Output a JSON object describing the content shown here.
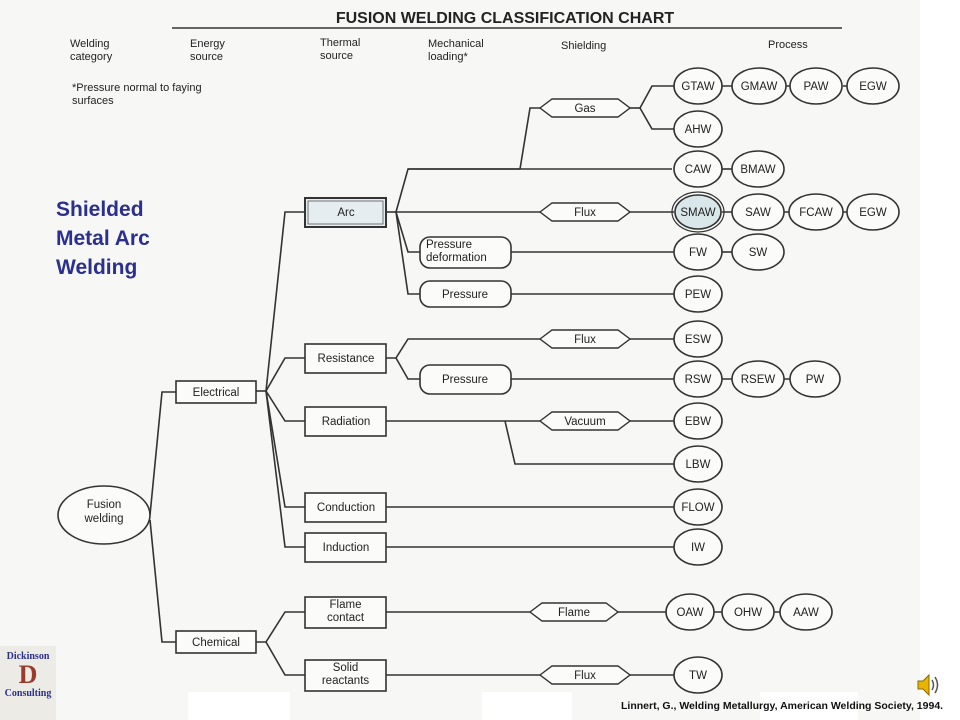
{
  "title": "FUSION WELDING CLASSIFICATION CHART",
  "headers": {
    "welding_category": "Welding category",
    "energy_source": "Energy source",
    "thermal_source": "Thermal source",
    "mechanical_loading": "Mechanical loading*",
    "shielding": "Shielding",
    "process": "Process"
  },
  "footnote": "*Pressure normal to faying surfaces",
  "callout": "Shielded\nMetal Arc\nWelding",
  "root": "Fusion welding",
  "energy_sources": {
    "electrical": "Electrical",
    "chemical": "Chemical"
  },
  "thermal_sources": {
    "arc": "Arc",
    "resistance": "Resistance",
    "radiation": "Radiation",
    "conduction": "Conduction",
    "induction": "Induction",
    "flame_contact": "Flame contact",
    "solid_reactants": "Solid reactants"
  },
  "mechanical_loading": {
    "pressure_deformation": "Pressure deformation",
    "arc_pressure": "Pressure",
    "resistance_pressure": "Pressure"
  },
  "shielding": {
    "gas": "Gas",
    "arc_flux": "Flux",
    "resistance_flux": "Flux",
    "vacuum": "Vacuum",
    "flame": "Flame",
    "reactant_flux": "Flux"
  },
  "processes": {
    "gtaw": "GTAW",
    "gmaw": "GMAW",
    "paw": "PAW",
    "egw_gas": "EGW",
    "ahw": "AHW",
    "caw": "CAW",
    "bmaw": "BMAW",
    "smaw": "SMAW",
    "saw": "SAW",
    "fcaw": "FCAW",
    "egw_flux": "EGW",
    "fw": "FW",
    "sw": "SW",
    "pew": "PEW",
    "esw": "ESW",
    "rsw": "RSW",
    "rsew": "RSEW",
    "pw": "PW",
    "ebw": "EBW",
    "lbw": "LBW",
    "flow": "FLOW",
    "iw": "IW",
    "oaw": "OAW",
    "ohw": "OHW",
    "aaw": "AAW",
    "tw": "TW"
  },
  "highlight_color": "#2b2f8f",
  "logo": {
    "line1": "Dickinson",
    "initial": "D",
    "line2": "Consulting"
  },
  "citation": "Linnert, G., Welding Metallurgy, American Welding Society, 1994.",
  "icons": {
    "audio": "speaker-icon"
  }
}
